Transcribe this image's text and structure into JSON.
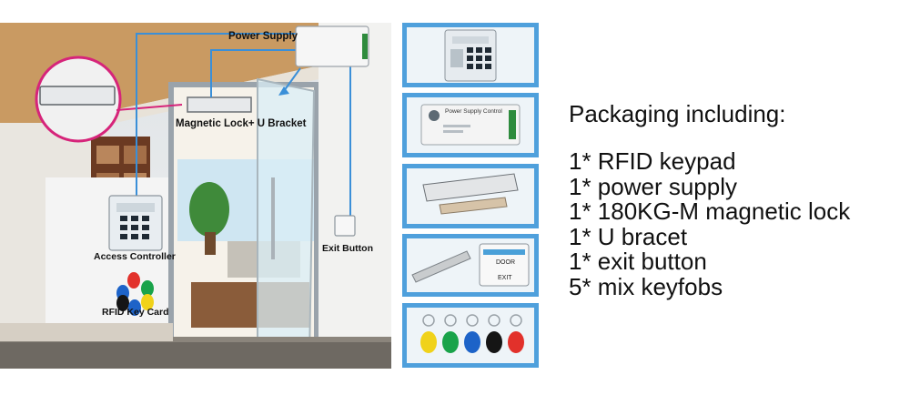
{
  "diagram": {
    "labels": {
      "power_supply": "Power Supply",
      "magnetic_lock": "Magnetic Lock+ U Bracket",
      "access_controller": "Access Controller",
      "rfid_key_card": "RFID Key Card",
      "exit_button": "Exit Button"
    },
    "device_text": {
      "power_supply_control": "Power Supply Control",
      "door": "DOOR",
      "exit": "EXIT"
    },
    "colors": {
      "wire": "#3a8fd8",
      "highlight_ring": "#d6247a",
      "panel_border": "#4fa0dc"
    }
  },
  "thumbnails": [
    {
      "subject": "rfid keypad"
    },
    {
      "subject": "power supply",
      "text": "Power Supply Control"
    },
    {
      "subject": "magnetic lock"
    },
    {
      "subject": "u bracket and exit button",
      "door": "DOOR",
      "exit": "EXIT"
    },
    {
      "subject": "mix keyfobs",
      "fob_colors": [
        "#f0d21a",
        "#19a34a",
        "#1d63c8",
        "#151515",
        "#e2312b"
      ]
    }
  ],
  "packaging": {
    "title": "Packaging including:",
    "items": [
      "1* RFID keypad",
      "1* power supply",
      "1* 180KG-M magnetic lock",
      "1* U bracet",
      "1* exit button",
      "5* mix keyfobs"
    ]
  }
}
